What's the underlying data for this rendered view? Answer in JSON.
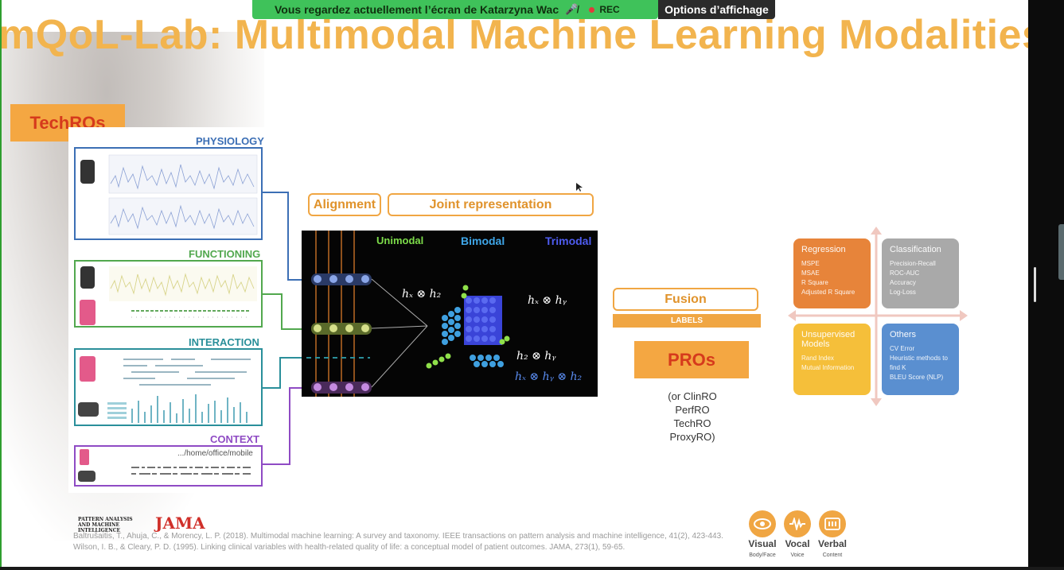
{
  "screen_share": {
    "banner_text": "Vous regardez actuellement l’écran de  Katarzyna Wac",
    "rec_label": "REC",
    "options_label": "Options d’affichage"
  },
  "slide": {
    "title": "mQoL-Lab: Multimodal Machine Learning Modalities",
    "techros_badge": "TechROs",
    "panels": {
      "physiology": "PHYSIOLOGY",
      "functioning": "FUNCTIONING",
      "interaction": "INTERACTION",
      "context": "CONTEXT",
      "context_path": ".../home/office/mobile"
    },
    "alignment_label": "Alignment",
    "joint_label": "Joint representation",
    "diagram": {
      "unimodal": "Unimodal",
      "bimodal": "Bimodal",
      "trimodal": "Trimodal",
      "hx": "h",
      "hx_sub": "x",
      "hy_sub": "y",
      "hz_sub": "z",
      "hx_hz": "hₓ ⊗ h₂",
      "hx_hy": "hₓ ⊗ hᵧ",
      "hz_hy": "h₂ ⊗ hᵧ",
      "triple": "hₓ ⊗ hᵧ ⊗ h₂"
    },
    "fusion_label": "Fusion",
    "labels_label": "LABELS",
    "pros_label": "PROs",
    "pros_list": [
      "(or ClinRO",
      "PerfRO",
      "TechRO",
      "ProxyRO)"
    ],
    "quadrants": {
      "regression": {
        "title": "Regression",
        "items": [
          "MSPE",
          "MSAE",
          "R Square",
          "Adjusted R Square"
        ]
      },
      "classification": {
        "title": "Classification",
        "items": [
          "Precision-Recall",
          "ROC-AUC",
          "Accuracy",
          "Log-Loss"
        ]
      },
      "unsupervised": {
        "title": "Unsupervised Models",
        "items": [
          "Rand Index",
          "Mutual Information"
        ]
      },
      "others": {
        "title": "Others",
        "items": [
          "CV Error",
          "Heuristic methods to find K",
          "BLEU Score (NLP)"
        ]
      }
    },
    "logos": {
      "pami": "PATTERN ANALYSIS AND MACHINE INTELLIGENCE",
      "jama": "JAMA"
    },
    "references": [
      "Baltrušaitis, T., Ahuja, C., & Morency, L. P. (2018). Multimodal machine learning: A survey and taxonomy. IEEE transactions on pattern analysis and machine intelligence, 41(2), 423-443.",
      "Wilson, I. B., & Cleary, P. D. (1995). Linking clinical variables with health-related quality of life: a conceptual model of patient outcomes. JAMA, 273(1), 59-65."
    ],
    "modalities": [
      {
        "label": "Visual",
        "sub": "Body/Face",
        "icon": "eye-icon"
      },
      {
        "label": "Vocal",
        "sub": "Voice",
        "icon": "waveform-icon"
      },
      {
        "label": "Verbal",
        "sub": "Content",
        "icon": "text-icon"
      }
    ],
    "colors": {
      "title": "#f2b44e",
      "physiology": "#3c6fb5",
      "functioning": "#52a84e",
      "interaction": "#2a8f9a",
      "context": "#8f4bc4",
      "regression": "#e7843a",
      "classification": "#a9a9a9",
      "unsupervised": "#f5bf3a",
      "others": "#5a8fd0"
    }
  }
}
